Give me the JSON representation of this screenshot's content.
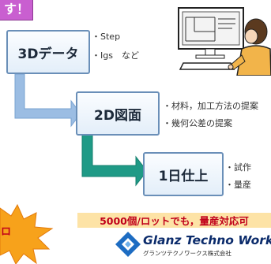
{
  "banner": {
    "text": "す！"
  },
  "stages": [
    {
      "label": "3Dデータ",
      "notes": [
        "・Step",
        "・Igs　など"
      ]
    },
    {
      "label": "2D図面",
      "notes": [
        "・材料，加工方法の提案",
        "・幾何公差の提案"
      ]
    },
    {
      "label": "1日仕上",
      "notes": [
        "・試作",
        "・量産"
      ]
    }
  ],
  "highlight": "5000個/ロットでも，量産対応可",
  "company": {
    "name": "Glanz Techno Works",
    "kana": "グランツテクノワークス株式会社"
  },
  "starburst": {
    "text": "ロ"
  },
  "colors": {
    "arrow_blue": "#9bbde3",
    "arrow_teal": "#1f9a86",
    "banner": "#c95fd0",
    "highlight_bg": "#fde3a6",
    "highlight_text": "#c0001a",
    "logo_blue": "#1d6cc2"
  }
}
